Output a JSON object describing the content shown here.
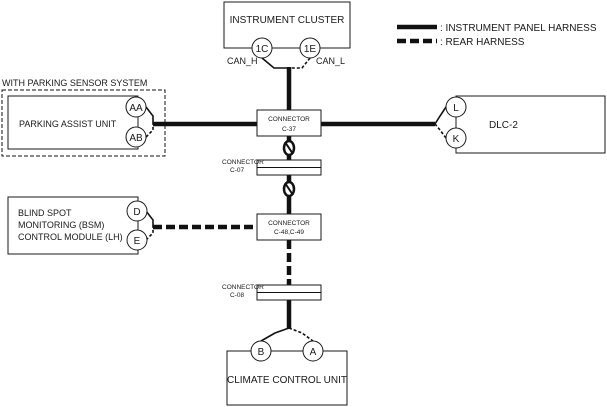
{
  "legend": {
    "instrument_panel_harness": ": INSTRUMENT PANEL HARNESS",
    "rear_harness": ": REAR HARNESS"
  },
  "instrument_cluster": {
    "title": "INSTRUMENT CLUSTER",
    "pin_left": "1C",
    "pin_right": "1E",
    "label_left": "CAN_H",
    "label_right": "CAN_L"
  },
  "parking_sensor_group": {
    "title": "WITH PARKING SENSOR SYSTEM",
    "unit": "PARKING ASSIST UNIT",
    "pin_top": "AA",
    "pin_bottom": "AB"
  },
  "dlc2": {
    "title": "DLC-2",
    "pin_top": "L",
    "pin_bottom": "K"
  },
  "connector_c37": {
    "line1": "CONNECTOR",
    "line2": "C-37"
  },
  "connector_c07": {
    "line1": "CONNECTOR",
    "line2": "C-07"
  },
  "connector_c48": {
    "line1": "CONNECTOR",
    "line2": "C-48,C-49"
  },
  "connector_c08": {
    "line1": "CONNECTOR",
    "line2": "C-08"
  },
  "bsm": {
    "line1": "BLIND SPOT",
    "line2": "MONITORING (BSM)",
    "line3": "CONTROL MODULE (LH)",
    "pin_top": "D",
    "pin_bottom": "E"
  },
  "climate": {
    "title": "CLIMATE CONTROL UNIT",
    "pin_left": "B",
    "pin_right": "A"
  }
}
